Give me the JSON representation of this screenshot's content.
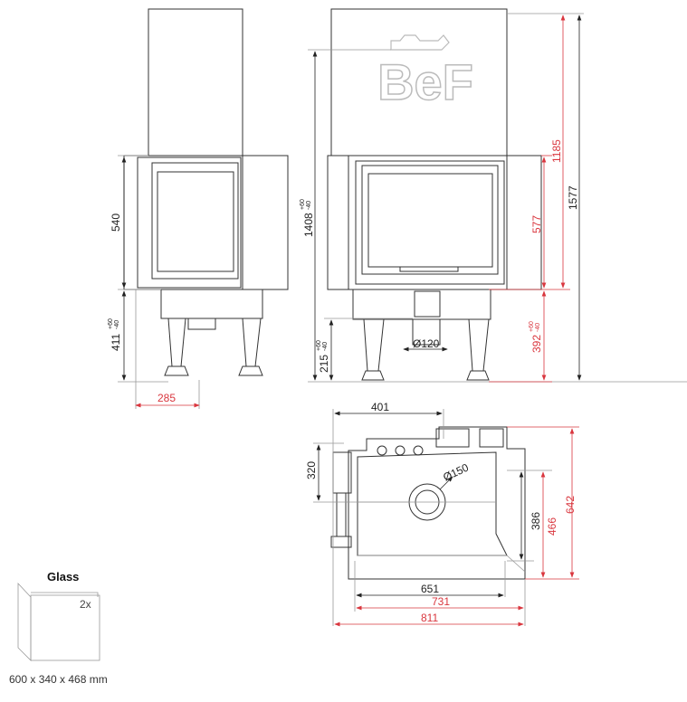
{
  "logo": {
    "text": "BeF"
  },
  "front_view": {
    "dims": {
      "door_height": "540",
      "base_height": "411",
      "base_tol_plus": "+60",
      "base_tol_minus": "-40",
      "leg_offset": "285"
    }
  },
  "side_view": {
    "dims": {
      "total_flue": "1408",
      "flue_tol_plus": "+60",
      "flue_tol_minus": "-40",
      "outlet_height": "215",
      "outlet_tol_plus": "+60",
      "outlet_tol_minus": "-40",
      "air_inlet": "Ø120",
      "opening_height": "577",
      "top_to_base": "1185",
      "total_height": "1577",
      "base_to_opening": "392",
      "opening_tol_plus": "+60",
      "opening_tol_minus": "-40"
    }
  },
  "plan_view": {
    "dims": {
      "flue_x": "401",
      "flue_y": "320",
      "flue_diameter": "Ø150",
      "depth_inner": "386",
      "depth_mid": "466",
      "depth_total": "642",
      "width_inner": "651",
      "width_mid": "731",
      "width_total": "811"
    }
  },
  "glass": {
    "title": "Glass",
    "count": "2x",
    "size": "600 x 340 x 468 mm"
  },
  "colors": {
    "dimension_red": "#d9363e",
    "line": "#333333"
  }
}
